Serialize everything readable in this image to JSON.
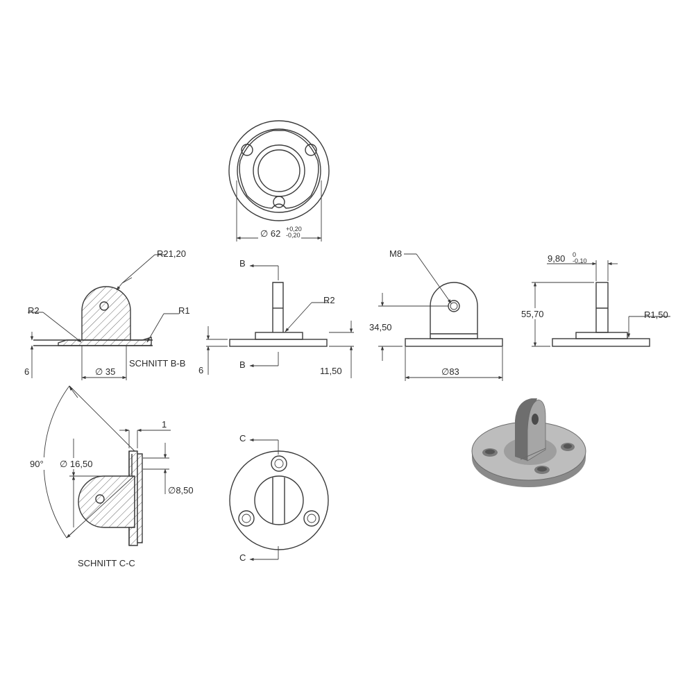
{
  "colors": {
    "line": "#3a3a3a",
    "text": "#2a2a2a",
    "background": "#ffffff"
  },
  "top_view": {
    "dia_label": "∅ 62",
    "tol_upper": "+0,20",
    "tol_lower": "-0,20"
  },
  "section_bb": {
    "r_main": "R21,20",
    "r2": "R2",
    "r1": "R1",
    "dim_6": "6",
    "dia_35": "∅ 35",
    "title": "SCHNITT B-B"
  },
  "front_view": {
    "b_top": "B",
    "b_bottom": "B",
    "r2": "R2",
    "dim_6": "6",
    "dim_11": "11,50"
  },
  "side_view": {
    "m8": "M8",
    "dim_34": "34,50",
    "dia_83": "∅83"
  },
  "right_view": {
    "dim_980": "9,80",
    "tol_upper": "0",
    "tol_lower": "-0,10",
    "dim_5570": "55,70",
    "r150": "R1,50"
  },
  "section_cc": {
    "angle": "90°",
    "dim_1": "1",
    "dia_1650": "∅ 16,50",
    "dia_850": "∅8,50",
    "title": "SCHNITT C-C"
  },
  "bottom_view": {
    "c_top": "C",
    "c_bottom": "C"
  }
}
